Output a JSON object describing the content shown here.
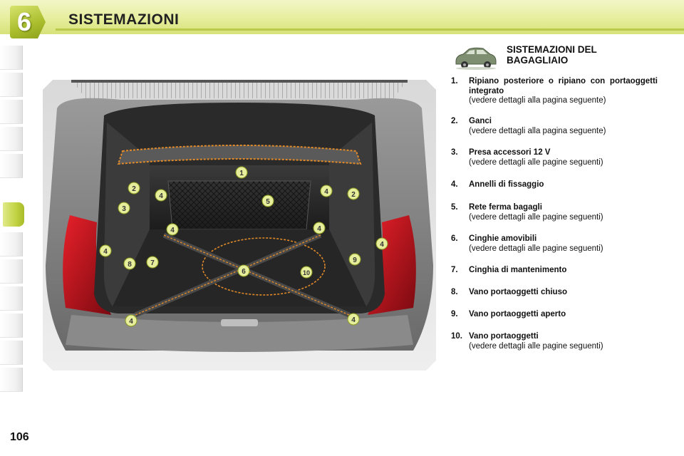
{
  "chapter": {
    "number": "6",
    "title": "SISTEMAZIONI"
  },
  "section": {
    "title_line1": "SISTEMAZIONI DEL",
    "title_line2": "BAGAGLIAIO"
  },
  "items": [
    {
      "num": "1.",
      "title": "Ripiano posteriore o ripiano con portaoggetti integrato",
      "note": "(vedere dettagli alla pagina seguente)"
    },
    {
      "num": "2.",
      "title": "Ganci",
      "note": "(vedere dettagli alla pagina seguente)"
    },
    {
      "num": "3.",
      "title": "Presa accessori 12 V",
      "note": "(vedere dettagli alle pagine seguenti)"
    },
    {
      "num": "4.",
      "title": "Annelli di fissaggio",
      "note": ""
    },
    {
      "num": "5.",
      "title": "Rete ferma bagagli",
      "note": "(vedere dettagli alle pagine seguenti)"
    },
    {
      "num": "6.",
      "title": "Cinghie amovibili",
      "note": "(vedere dettagli alle pagine seguenti)"
    },
    {
      "num": "7.",
      "title": "Cinghia di mantenimento",
      "note": ""
    },
    {
      "num": "8.",
      "title": "Vano portaoggetti chiuso",
      "note": ""
    },
    {
      "num": "9.",
      "title": "Vano portaoggetti aperto",
      "note": ""
    },
    {
      "num": "10.",
      "title": "Vano portaoggetti",
      "note": "(vedere dettagli alle pagine seguenti)"
    }
  ],
  "callouts": [
    "1",
    "2",
    "2",
    "3",
    "4",
    "4",
    "4",
    "4",
    "4",
    "4",
    "4",
    "4",
    "5",
    "6",
    "7",
    "8",
    "9",
    "10"
  ],
  "page_number": "106",
  "colors": {
    "accent": "#c2d344",
    "callout": "#e6ee9c",
    "strap": "#e08a2a"
  }
}
